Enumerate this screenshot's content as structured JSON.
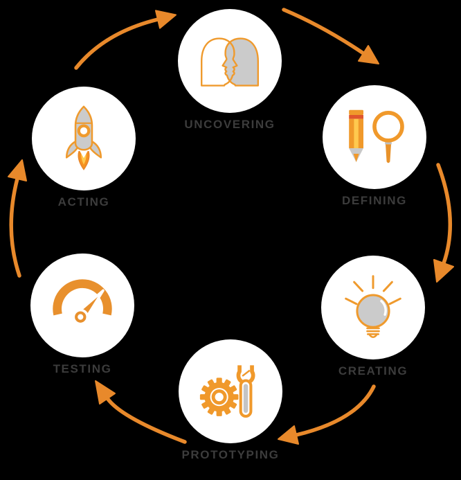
{
  "diagram": {
    "name": "design-thinking-cycle",
    "type": "cycle-diagram",
    "direction": "clockwise",
    "stage_count": 6
  },
  "colors": {
    "background": "#000000",
    "arrow_orange": "#E8892B",
    "icon_orange": "#EF9A2D",
    "icon_gray": "#CBCBCB",
    "circle_fill": "#FFFFFF",
    "label_text": "#3C3C3C",
    "pencil_red_band": "#E0552D",
    "pencil_yellow": "#FFC94F",
    "flame_inner": "#FFC94F"
  },
  "stages": [
    {
      "label": "UNCOVERING",
      "icon": "two-heads-icon",
      "position": "top"
    },
    {
      "label": "DEFINING",
      "icon": "pencil-magnifier-icon",
      "position": "upper-right"
    },
    {
      "label": "CREATING",
      "icon": "lightbulb-icon",
      "position": "lower-right"
    },
    {
      "label": "PROTOTYPING",
      "icon": "gear-wrench-icon",
      "position": "bottom"
    },
    {
      "label": "TESTING",
      "icon": "gauge-icon",
      "position": "lower-left"
    },
    {
      "label": "ACTING",
      "icon": "rocket-icon",
      "position": "upper-left"
    }
  ]
}
